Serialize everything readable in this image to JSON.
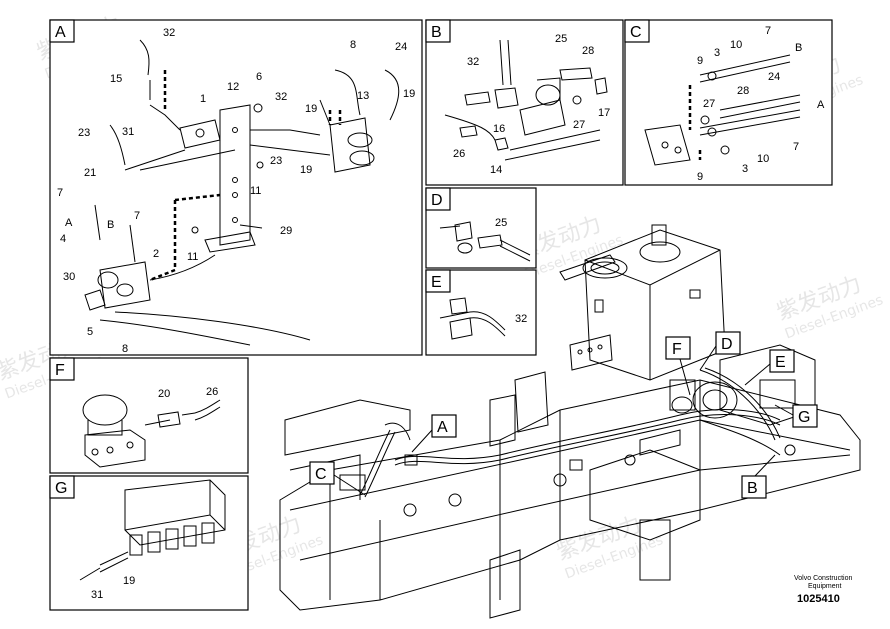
{
  "panels": {
    "A": {
      "letter": "A",
      "numbers": [
        "32",
        "15",
        "1",
        "12",
        "6",
        "8",
        "24",
        "32",
        "19",
        "13",
        "19",
        "23",
        "31",
        "21",
        "23",
        "19",
        "7",
        "A",
        "4",
        "B",
        "7",
        "2",
        "11",
        "29",
        "11",
        "30",
        "5",
        "8"
      ]
    },
    "B": {
      "letter": "B",
      "numbers": [
        "25",
        "28",
        "32",
        "16",
        "17",
        "27",
        "26",
        "14"
      ]
    },
    "C": {
      "letter": "C",
      "numbers": [
        "9",
        "3",
        "10",
        "7",
        "B",
        "24",
        "27",
        "28",
        "9",
        "3",
        "10",
        "7",
        "A"
      ]
    },
    "D": {
      "letter": "D",
      "numbers": [
        "25"
      ]
    },
    "E": {
      "letter": "E",
      "numbers": [
        "32"
      ]
    },
    "F": {
      "letter": "F",
      "numbers": [
        "20",
        "26"
      ]
    },
    "G": {
      "letter": "G",
      "numbers": [
        "31",
        "19"
      ]
    }
  },
  "callouts": [
    "A",
    "B",
    "C",
    "D",
    "E",
    "F",
    "G"
  ],
  "footer": {
    "line1": "Volvo Construction",
    "line2": "Equipment",
    "code": "1025410"
  },
  "watermark": {
    "brand": "紫发动力",
    "sub": "Diesel-Engines"
  }
}
